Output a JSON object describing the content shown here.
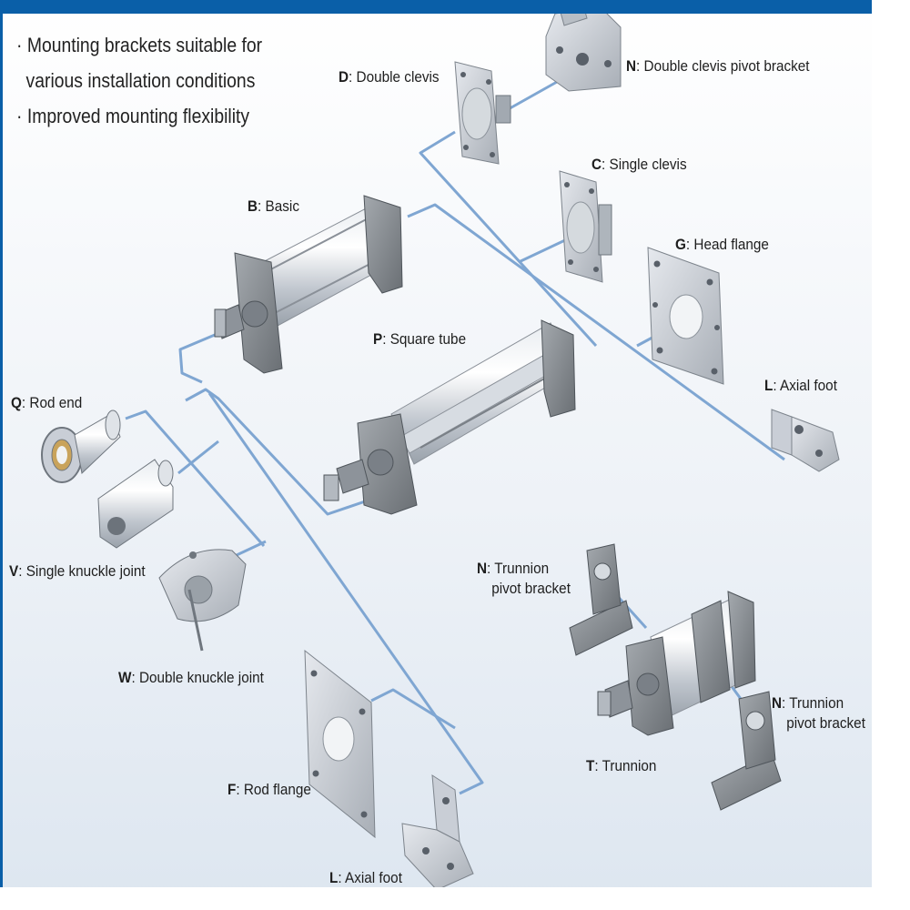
{
  "features": [
    "· Mounting brackets suitable for",
    "various installation conditions",
    "· Improved mounting flexibility"
  ],
  "labels": {
    "D": {
      "code": "D",
      "text": ": Double clevis"
    },
    "N1": {
      "code": "N",
      "text": ": Double clevis pivot bracket"
    },
    "C": {
      "code": "C",
      "text": ": Single clevis"
    },
    "B": {
      "code": "B",
      "text": ": Basic"
    },
    "G": {
      "code": "G",
      "text": ": Head flange"
    },
    "P": {
      "code": "P",
      "text": ": Square tube"
    },
    "L1": {
      "code": "L",
      "text": ": Axial foot"
    },
    "Q": {
      "code": "Q",
      "text": ": Rod end"
    },
    "V": {
      "code": "V",
      "text": ": Single knuckle joint"
    },
    "W": {
      "code": "W",
      "text": ": Double knuckle joint"
    },
    "N2": {
      "code": "N",
      "text": ": Trunnion",
      "text2": "pivot bracket"
    },
    "N3": {
      "code": "N",
      "text": ": Trunnion",
      "text2": "pivot bracket"
    },
    "T": {
      "code": "T",
      "text": ": Trunnion"
    },
    "F": {
      "code": "F",
      "text": ": Rod flange"
    },
    "L2": {
      "code": "L",
      "text": ": Axial foot"
    }
  },
  "colors": {
    "banner": "#0a5fa8",
    "connector": "#7fa6d2",
    "metal": "#c9ced6",
    "cast": "#8a8f94"
  }
}
